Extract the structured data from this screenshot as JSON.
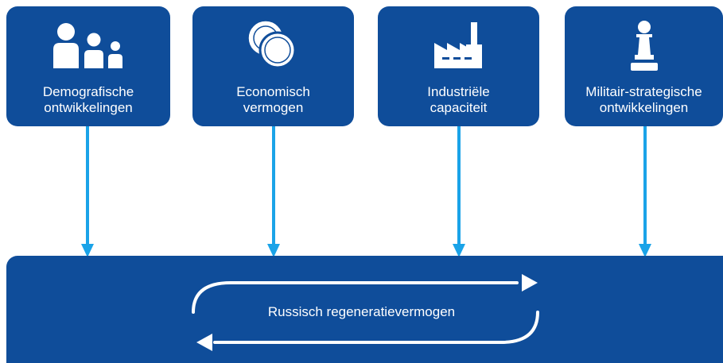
{
  "boxes": [
    {
      "id": "demografie",
      "icon": "people-icon",
      "label_lines": [
        "Demografische",
        "ontwikkelingen"
      ]
    },
    {
      "id": "economie",
      "icon": "coins-icon",
      "label_lines": [
        "Economisch",
        "vermogen"
      ]
    },
    {
      "id": "industrie",
      "icon": "factory-icon",
      "label_lines": [
        "Industriële",
        "capaciteit"
      ]
    },
    {
      "id": "militair",
      "icon": "chess-pawn-icon",
      "label_lines": [
        "Militair-strategische",
        "ontwikkelingen"
      ]
    }
  ],
  "center": {
    "label": "Russisch regeneratievermogen"
  },
  "colors": {
    "box": "#0f4d9a",
    "arrow": "#1aa3e8",
    "text": "#ffffff"
  }
}
